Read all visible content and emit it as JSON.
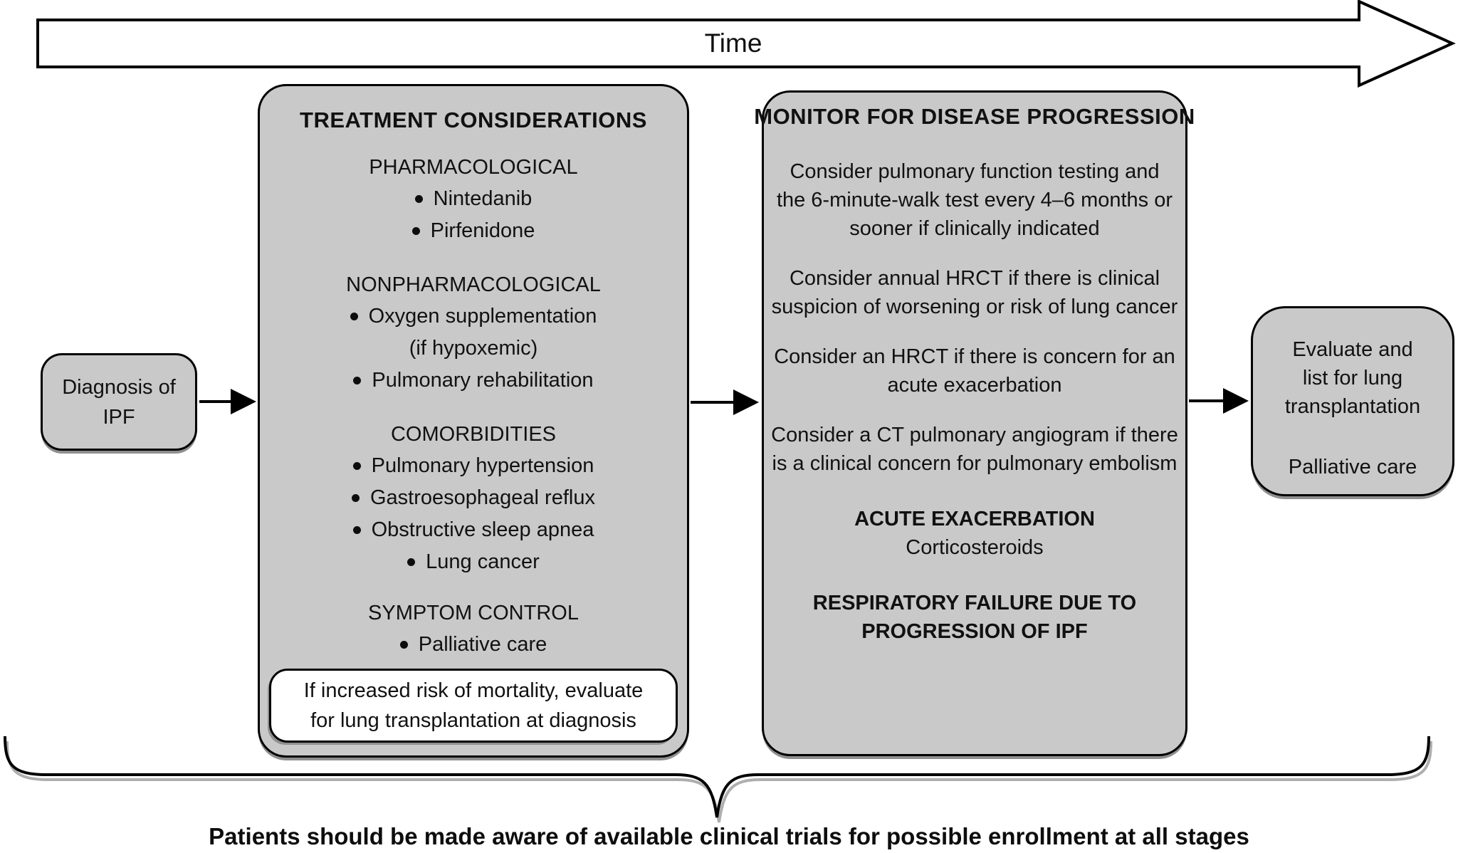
{
  "colors": {
    "box_fill": "#c9c9c9",
    "box_border": "#000000",
    "background": "#ffffff",
    "text": "#111111"
  },
  "time_arrow": {
    "label": "Time"
  },
  "diagnosis_box": {
    "lines": [
      "Diagnosis of",
      "IPF"
    ]
  },
  "treatment_box": {
    "title": "TREATMENT CONSIDERATIONS",
    "sections": [
      {
        "heading": "PHARMACOLOGICAL",
        "items": [
          {
            "text": "Nintedanib"
          },
          {
            "text": "Pirfenidone"
          }
        ]
      },
      {
        "heading": "NONPHARMACOLOGICAL",
        "items": [
          {
            "text": "Oxygen supplementation",
            "text2": "(if hypoxemic)"
          },
          {
            "text": "Pulmonary rehabilitation"
          }
        ]
      },
      {
        "heading": "COMORBIDITIES",
        "items": [
          {
            "text": "Pulmonary hypertension"
          },
          {
            "text": "Gastroesophageal reflux"
          },
          {
            "text": "Obstructive sleep apnea"
          },
          {
            "text": "Lung cancer"
          }
        ]
      },
      {
        "heading": "SYMPTOM CONTROL",
        "items": [
          {
            "text": "Palliative care"
          }
        ]
      }
    ],
    "note_box": {
      "lines": [
        "If increased risk of mortality, evaluate",
        "for lung transplantation at diagnosis"
      ]
    }
  },
  "monitor_box": {
    "title": "MONITOR FOR DISEASE PROGRESSION",
    "paragraphs": [
      {
        "lines": [
          "Consider pulmonary function testing and",
          "the 6-minute-walk test every 4–6 months or",
          "sooner if clinically indicated"
        ]
      },
      {
        "lines": [
          "Consider annual HRCT if there is clinical",
          "suspicion of worsening or risk of lung cancer"
        ]
      },
      {
        "lines": [
          "Consider an HRCT if there is concern for an",
          "acute exacerbation"
        ]
      },
      {
        "lines": [
          "Consider a CT pulmonary angiogram if there",
          "is a clinical concern for pulmonary embolism"
        ]
      }
    ],
    "acute": {
      "heading": "ACUTE EXACERBATION",
      "body": "Corticosteroids"
    },
    "respiratory": {
      "lines": [
        "RESPIRATORY FAILURE DUE TO",
        "PROGRESSION OF IPF"
      ]
    }
  },
  "transplant_box": {
    "lines": [
      "Evaluate and",
      "list for lung",
      "transplantation"
    ],
    "secondary": "Palliative care"
  },
  "footer": {
    "note": "Patients should be made aware of available clinical trials for possible enrollment at all stages"
  }
}
